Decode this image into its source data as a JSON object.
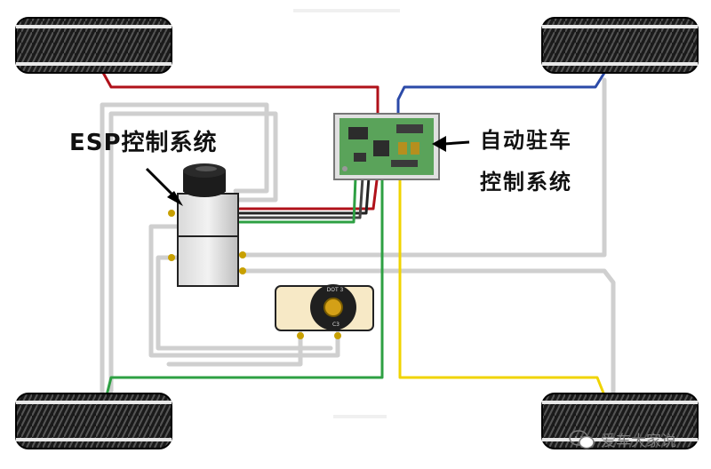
{
  "labels": {
    "esp": "ESP控制系统",
    "epb_line1": "自动驻车",
    "epb_line2": "控制系统"
  },
  "reservoir": {
    "top_mark": "DOT 3",
    "bottom_mark": "C3"
  },
  "watermark": {
    "text": "爱车大家说"
  },
  "colors": {
    "red_line": "#b0111a",
    "blue_line": "#2b4aa8",
    "green_line": "#2ea043",
    "yellow_line": "#f0d400",
    "brake_line": "#cfcfcf",
    "pcb": "#5aa35a"
  }
}
